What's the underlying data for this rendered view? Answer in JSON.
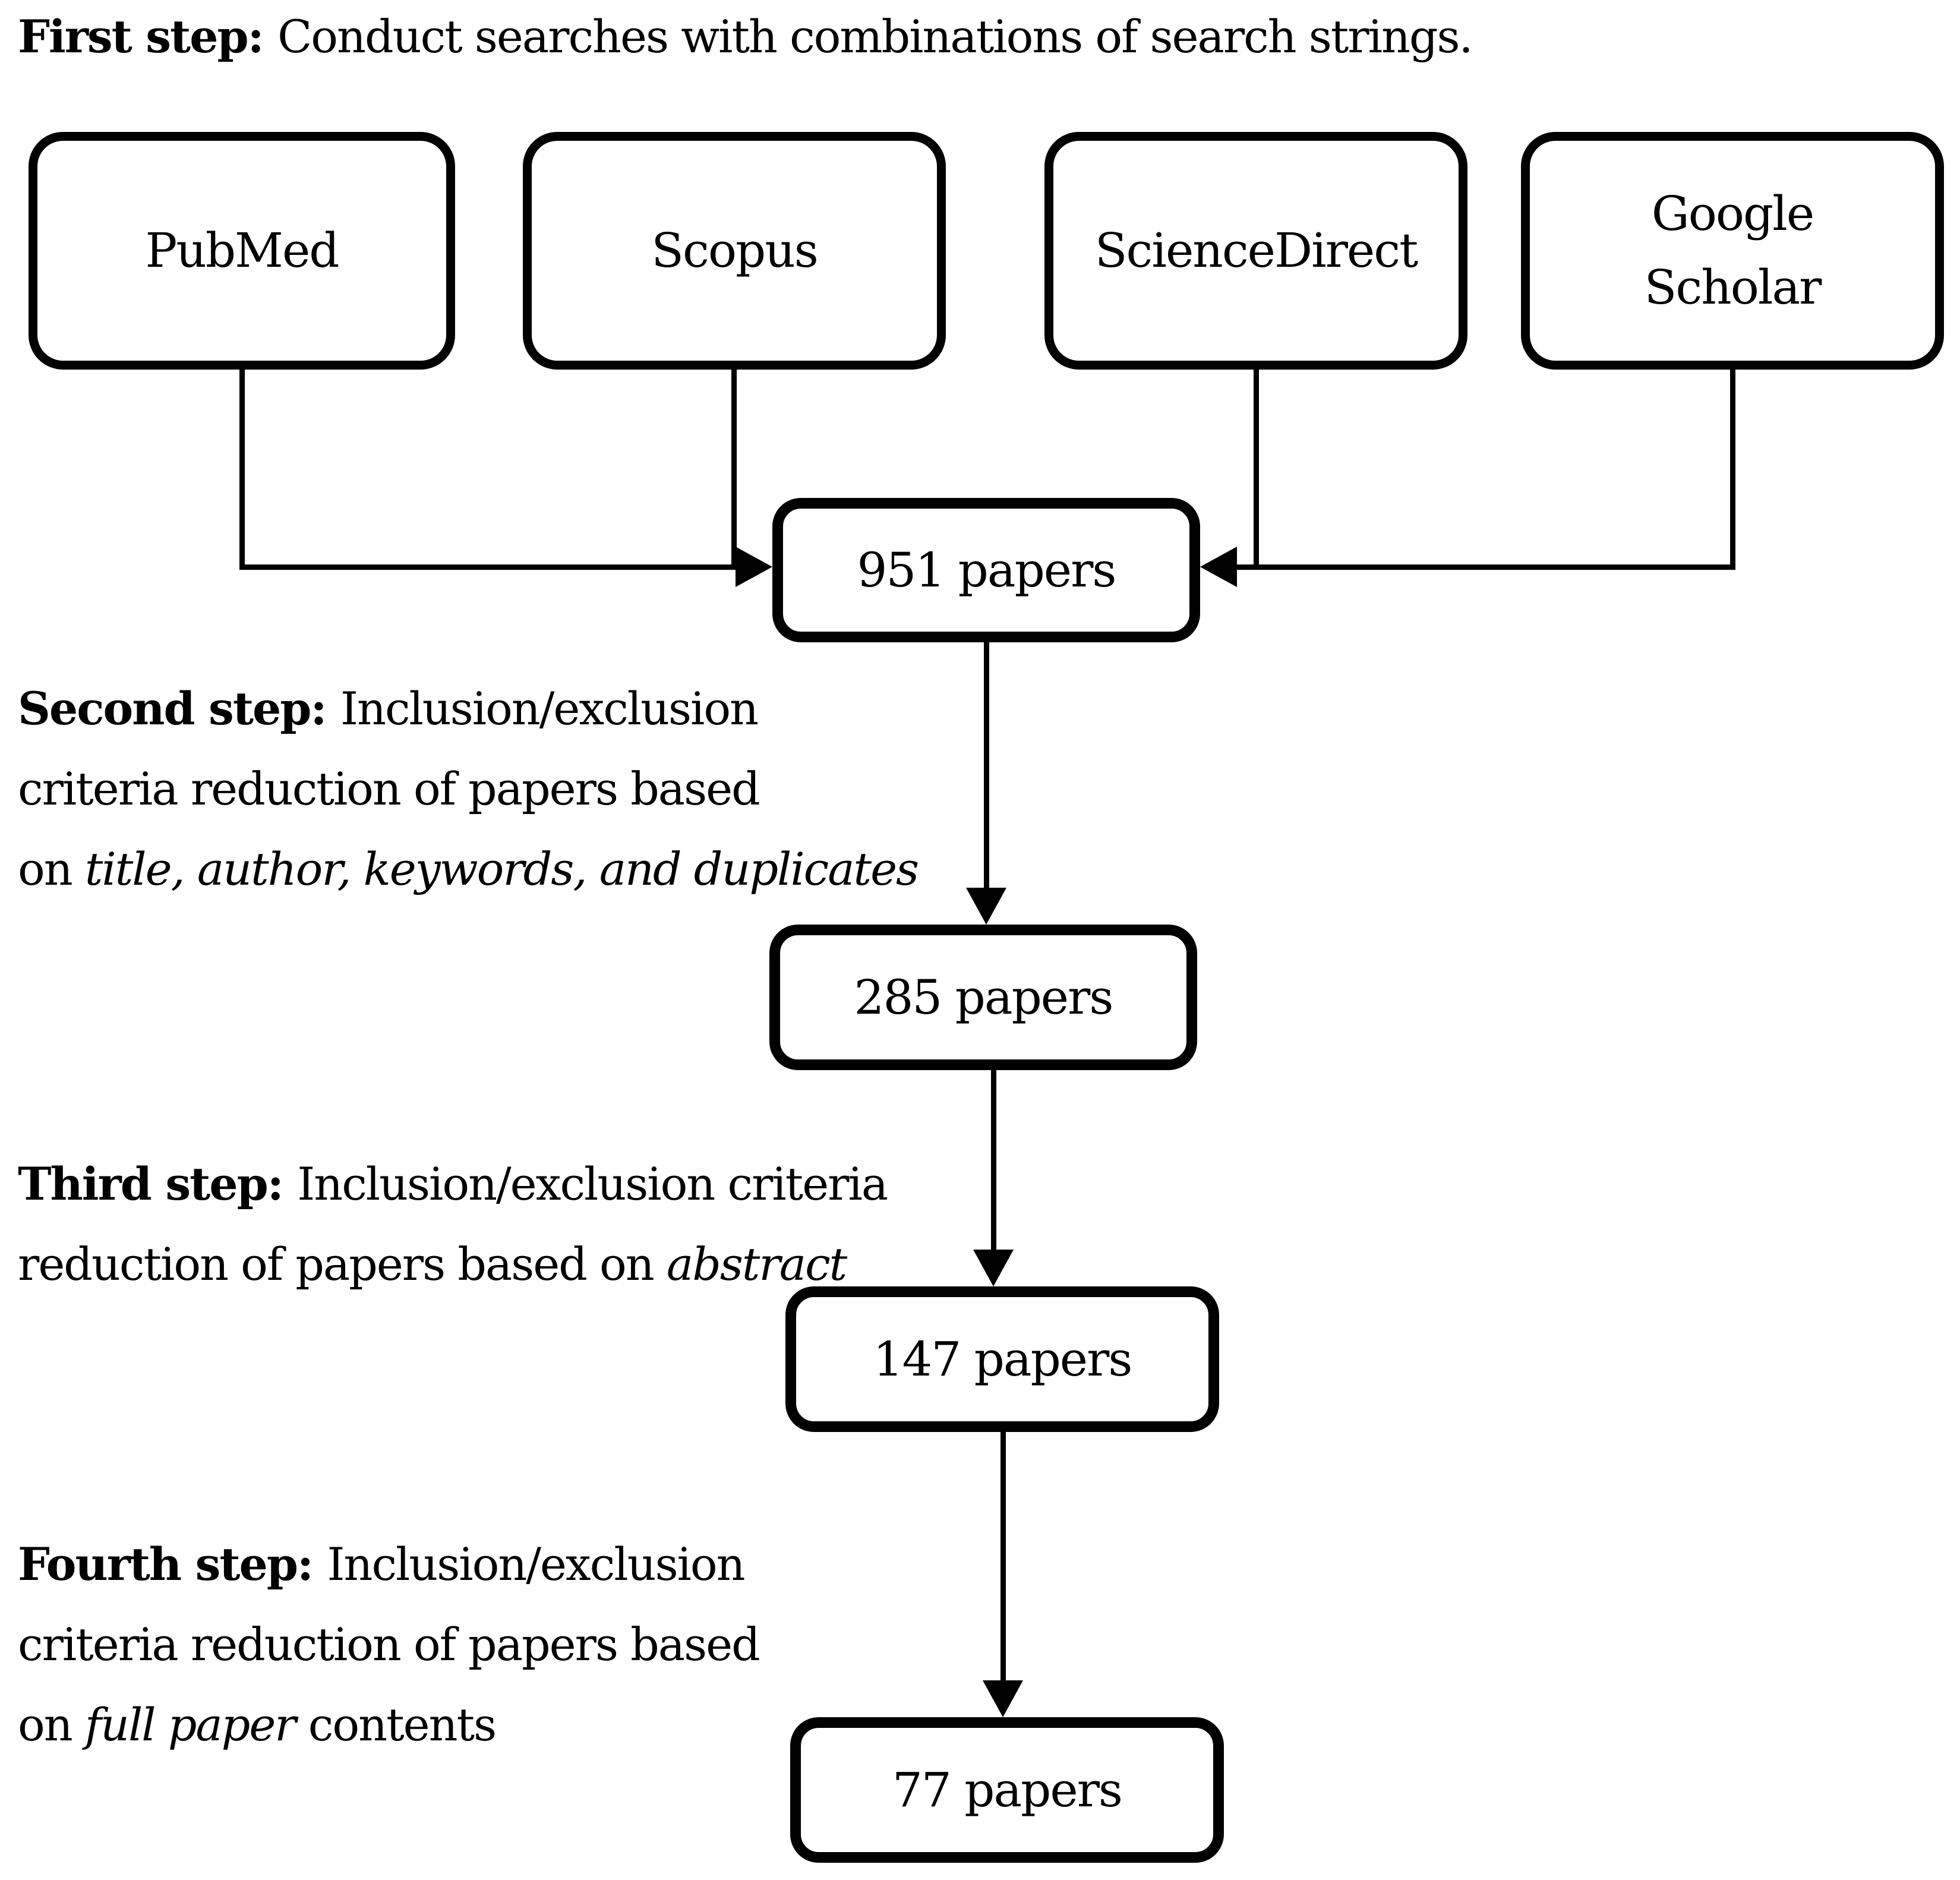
{
  "colors": {
    "background": "#ffffff",
    "ink": "#000000"
  },
  "title": {
    "lines": [
      [
        {
          "t": "First step: ",
          "s": "bold"
        },
        {
          "t": "Conduct searches with combinations of search strings.",
          "s": "normal"
        }
      ]
    ]
  },
  "databases": [
    {
      "label": "PubMed"
    },
    {
      "label": "Scopus"
    },
    {
      "label": "ScienceDirect"
    },
    {
      "label": "Google Scholar"
    }
  ],
  "stages": [
    {
      "label": "951 papers"
    },
    {
      "label": "285 papers"
    },
    {
      "label": "147 papers"
    },
    {
      "label": "77 papers"
    }
  ],
  "steps": [
    {
      "name": "second-step",
      "lines": [
        [
          {
            "t": "Second step: ",
            "s": "bold"
          },
          {
            "t": "Inclusion/exclusion",
            "s": "normal"
          }
        ],
        [
          {
            "t": "criteria reduction of papers based",
            "s": "normal"
          }
        ],
        [
          {
            "t": "on ",
            "s": "normal"
          },
          {
            "t": "title, author, keywords, and duplicates",
            "s": "italic"
          }
        ]
      ]
    },
    {
      "name": "third-step",
      "lines": [
        [
          {
            "t": "Third step: ",
            "s": "bold"
          },
          {
            "t": "Inclusion/exclusion criteria",
            "s": "normal"
          }
        ],
        [
          {
            "t": "reduction of papers based on ",
            "s": "normal"
          },
          {
            "t": "abstract",
            "s": "italic"
          }
        ]
      ]
    },
    {
      "name": "fourth-step",
      "lines": [
        [
          {
            "t": "Fourth step: ",
            "s": "bold"
          },
          {
            "t": "Inclusion/exclusion",
            "s": "normal"
          }
        ],
        [
          {
            "t": "criteria reduction of papers based",
            "s": "normal"
          }
        ],
        [
          {
            "t": "on ",
            "s": "normal"
          },
          {
            "t": "full paper",
            "s": "italic"
          },
          {
            "t": " contents",
            "s": "normal"
          }
        ]
      ]
    }
  ]
}
